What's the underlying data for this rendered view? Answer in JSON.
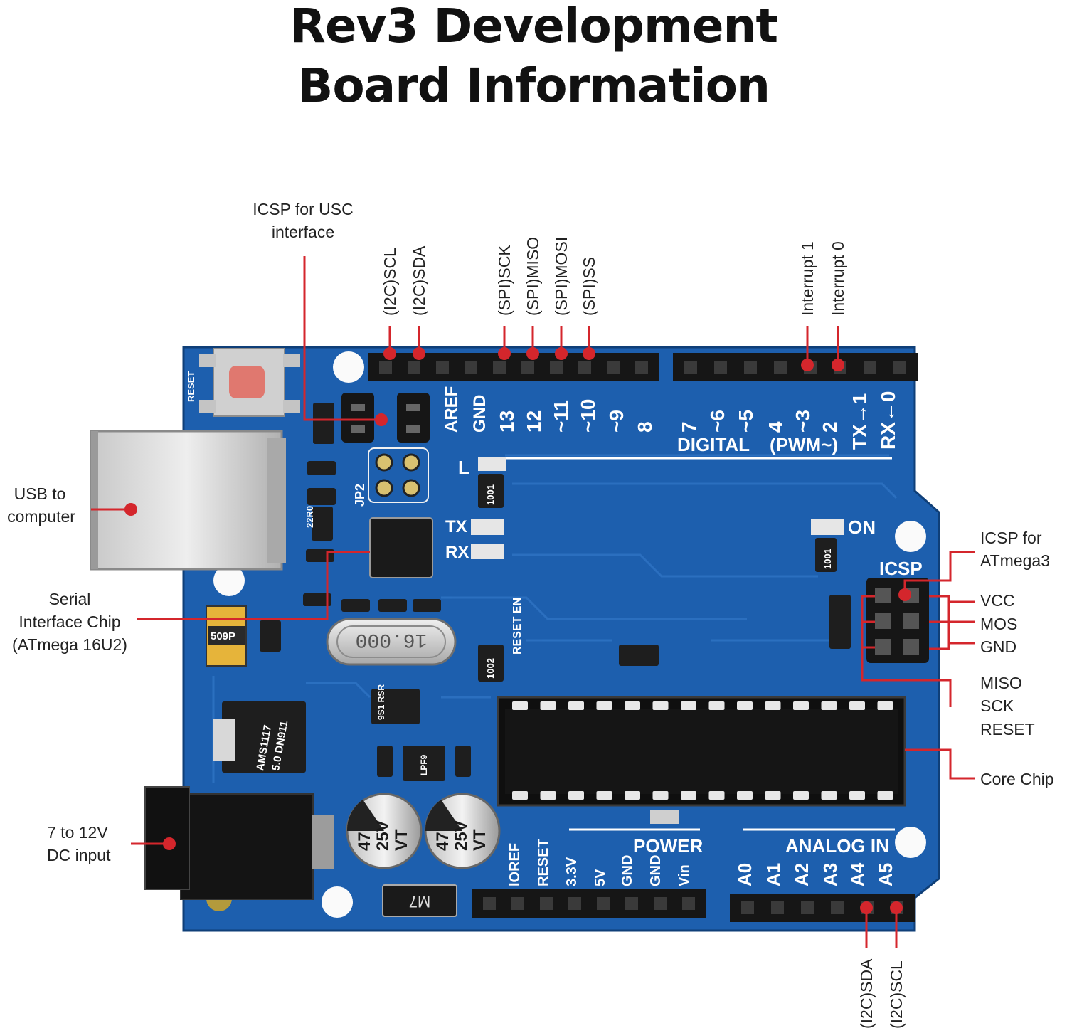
{
  "title": {
    "line1": "Rev3 Development",
    "line2": "Board Information"
  },
  "callouts": {
    "icsp_usc": [
      "ICSP for USC",
      "interface"
    ],
    "usb": [
      "USB to",
      "computer"
    ],
    "serial_chip": [
      "Serial",
      "Interface Chip",
      "(ATmega 16U2)"
    ],
    "dc_input": [
      "7 to 12V",
      "DC input"
    ],
    "icsp_atmega": [
      "ICSP for",
      "ATmega3"
    ],
    "vcc": "VCC",
    "mos": "MOS",
    "gnd": "GND",
    "miso": "MISO",
    "sck": "SCK",
    "reset": "RESET",
    "core_chip": "Core Chip"
  },
  "top_pin_labels": {
    "i2c_scl": "(I2C)SCL",
    "i2c_sda": "(I2C)SDA",
    "spi_sck": "(SPI)SCK",
    "spi_miso": "(SPI)MISO",
    "spi_mosi": "(SPI)MOSI",
    "spi_ss": "(SPI)SS",
    "interrupt1": "Interrupt 1",
    "interrupt0": "Interrupt 0"
  },
  "bottom_pin_labels": {
    "i2c_sda": "(I2C)SDA",
    "i2c_scl": "(I2C)SCL"
  },
  "board": {
    "reset_label": "RESET",
    "jp2": "JP2",
    "digital_pins": [
      "AREF",
      "GND",
      "13",
      "12",
      "~11",
      "~10",
      "~9",
      "8",
      "7",
      "~6",
      "~5",
      "4",
      "~3",
      "2",
      "TX→1",
      "RX←0"
    ],
    "digital_caption": "DIGITAL",
    "pwm_caption": "(PWM~)",
    "led_l": "L",
    "led_tx": "TX",
    "led_rx": "RX",
    "led_on": "ON",
    "icsp": "ICSP",
    "crystal": "16.000",
    "reset_en": "RESET EN",
    "power_caption": "POWER",
    "power_pins": [
      "IOREF",
      "RESET",
      "3.3V",
      "5V",
      "GND",
      "GND",
      "Vin"
    ],
    "analog_caption": "ANALOG IN",
    "analog_pins": [
      "A0",
      "A1",
      "A2",
      "A3",
      "A4",
      "A5"
    ],
    "cap_text": [
      "47",
      "25V",
      "VT"
    ],
    "regulator": [
      "AMS1117",
      "5.0 DN911"
    ],
    "polyfuse": "509P",
    "diode": "M7",
    "resistor_1001": "1001",
    "resistor_1002": "1002",
    "resistor_22r0": "22R0",
    "chip_8": "9S1 RSR",
    "chip_lp": "LPF9"
  },
  "colors": {
    "board_blue": "#1d5fae",
    "board_dark": "#144a8c",
    "callout_red": "#d4262c",
    "header_black": "#161616"
  }
}
